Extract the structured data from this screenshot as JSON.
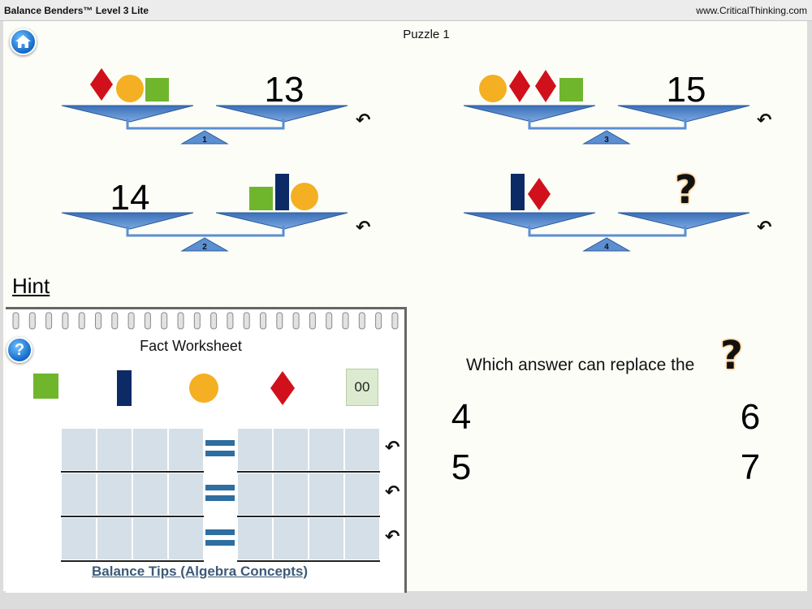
{
  "titlebar": {
    "app_title": "Balance Benders™ Level 3 Lite",
    "site": "www.CriticalThinking.com"
  },
  "header": {
    "puzzle_title": "Puzzle 1"
  },
  "balances": [
    {
      "label": "1",
      "right_value": "13"
    },
    {
      "label": "3",
      "right_value": "15"
    },
    {
      "label": "2",
      "left_value": "14"
    },
    {
      "label": "4",
      "right_value": "?"
    }
  ],
  "hint": {
    "label": "Hint"
  },
  "worksheet": {
    "title": "Fact Worksheet",
    "help_label": "?",
    "counter": "00",
    "tips_link": "Balance Tips (Algebra Concepts)"
  },
  "question": {
    "prompt": "Which answer can replace the",
    "qmark": "?",
    "answers": [
      "4",
      "6",
      "5",
      "7"
    ]
  },
  "icons": {
    "undo": "↶",
    "home": "home-icon"
  },
  "colors": {
    "square": "#6fb62d",
    "bar": "#0c2a66",
    "circle": "#f4b022",
    "diamond": "#d0111b",
    "scale": "#5b8fd1",
    "eq": "#2f6ea0"
  }
}
